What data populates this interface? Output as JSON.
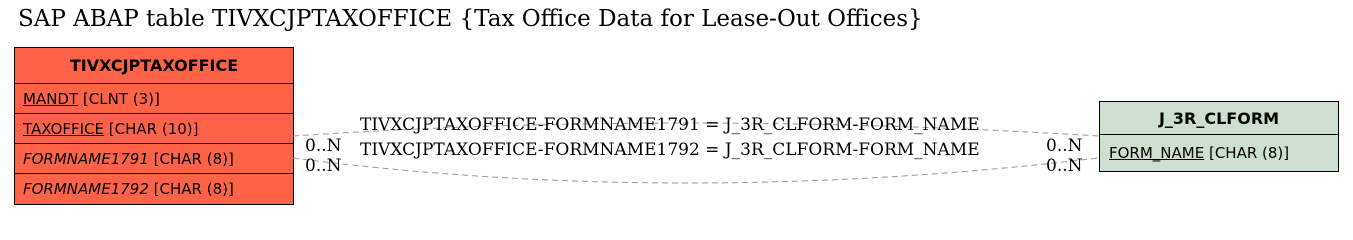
{
  "title": "SAP ABAP table TIVXCJPTAXOFFICE {Tax Office Data for Lease-Out Offices}",
  "entities": {
    "main": {
      "name": "TIVXCJPTAXOFFICE",
      "fields": [
        {
          "name": "MANDT",
          "type": "[CLNT (3)]"
        },
        {
          "name": "TAXOFFICE",
          "type": "[CHAR (10)]"
        },
        {
          "name": "FORMNAME1791",
          "type": "[CHAR (8)]"
        },
        {
          "name": "FORMNAME1792",
          "type": "[CHAR (8)]"
        }
      ],
      "color": "#ff6347"
    },
    "related": {
      "name": "J_3R_CLFORM",
      "fields": [
        {
          "name": "FORM_NAME",
          "type": "[CHAR (8)]"
        }
      ],
      "color": "#cddfce"
    }
  },
  "relations": [
    {
      "label": "TIVXCJPTAXOFFICE-FORMNAME1791 = J_3R_CLFORM-FORM_NAME",
      "left_card": "0..N",
      "right_card": "0..N"
    },
    {
      "label": "TIVXCJPTAXOFFICE-FORMNAME1792 = J_3R_CLFORM-FORM_NAME",
      "left_card": "0..N",
      "right_card": "0..N"
    }
  ]
}
